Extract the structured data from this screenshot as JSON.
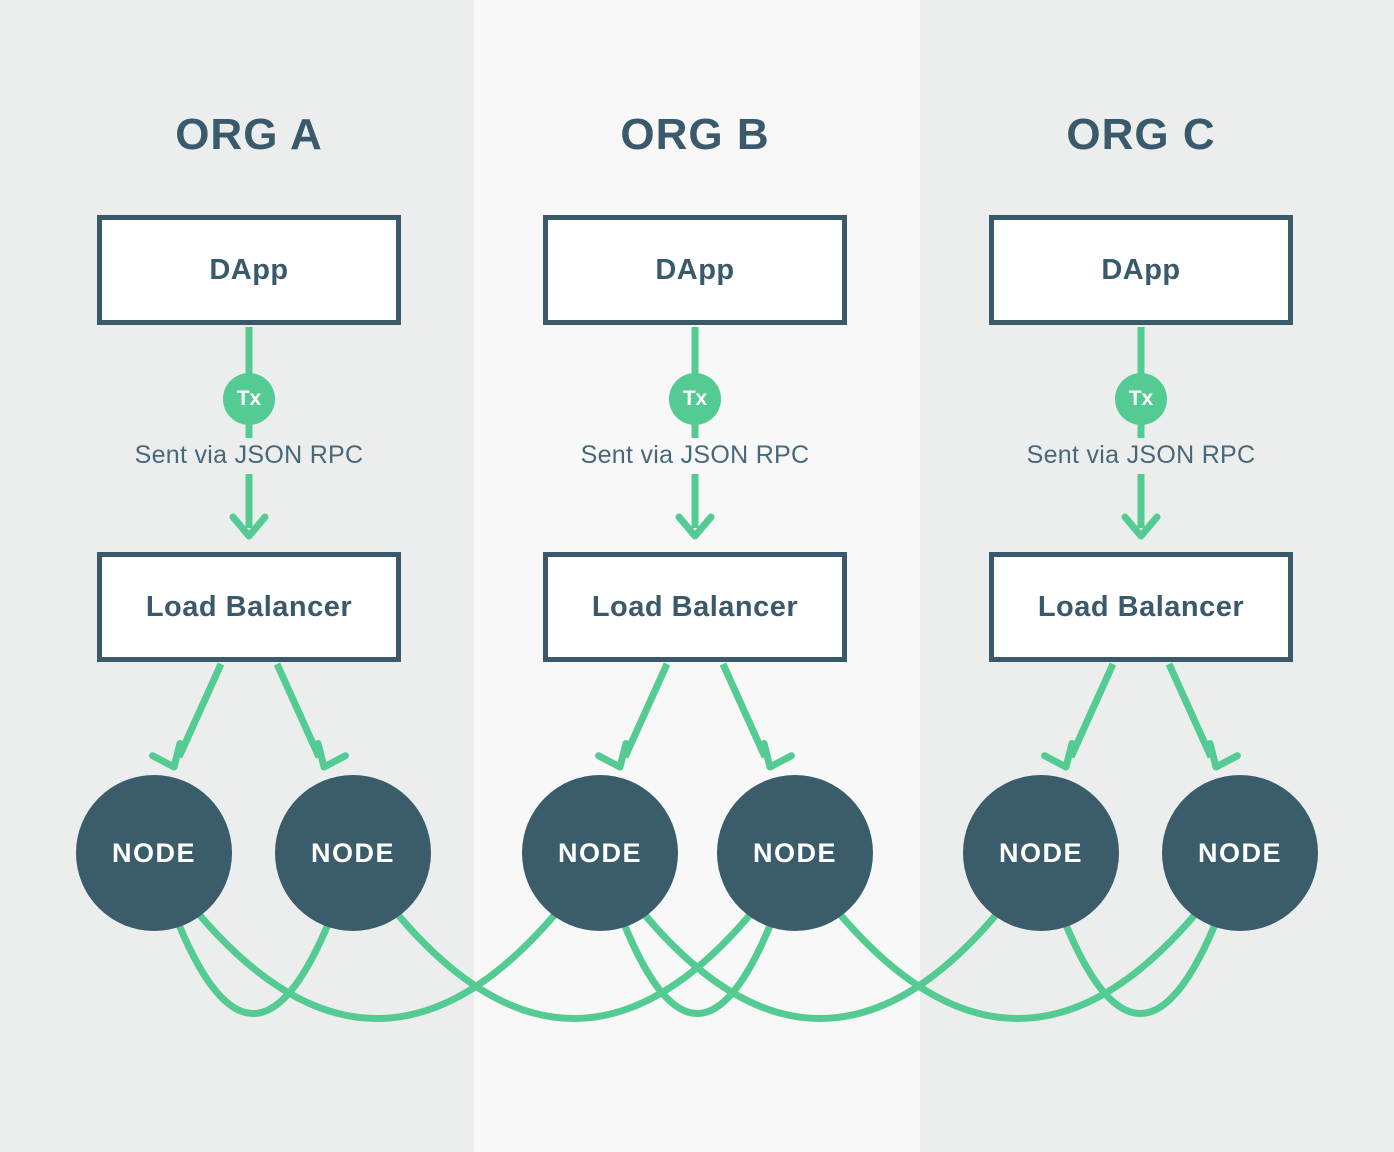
{
  "colors": {
    "accent_green": "#55cb94",
    "slate": "#3a5a6b",
    "node_fill": "#3b5c6b",
    "muted_text": "#47687b",
    "band_outer": "#eceeed",
    "band_inner": "#f7f8f7",
    "box_bg": "#ffffff"
  },
  "orgs": [
    {
      "title": "ORG A",
      "dapp_label": "DApp",
      "tx_badge": "Tx",
      "rpc_caption": "Sent via JSON RPC",
      "load_balancer_label": "Load Balancer",
      "nodes": [
        "NODE",
        "NODE"
      ]
    },
    {
      "title": "ORG B",
      "dapp_label": "DApp",
      "tx_badge": "Tx",
      "rpc_caption": "Sent via JSON RPC",
      "load_balancer_label": "Load Balancer",
      "nodes": [
        "NODE",
        "NODE"
      ]
    },
    {
      "title": "ORG C",
      "dapp_label": "DApp",
      "tx_badge": "Tx",
      "rpc_caption": "Sent via JSON RPC",
      "load_balancer_label": "Load Balancer",
      "nodes": [
        "NODE",
        "NODE"
      ]
    }
  ]
}
